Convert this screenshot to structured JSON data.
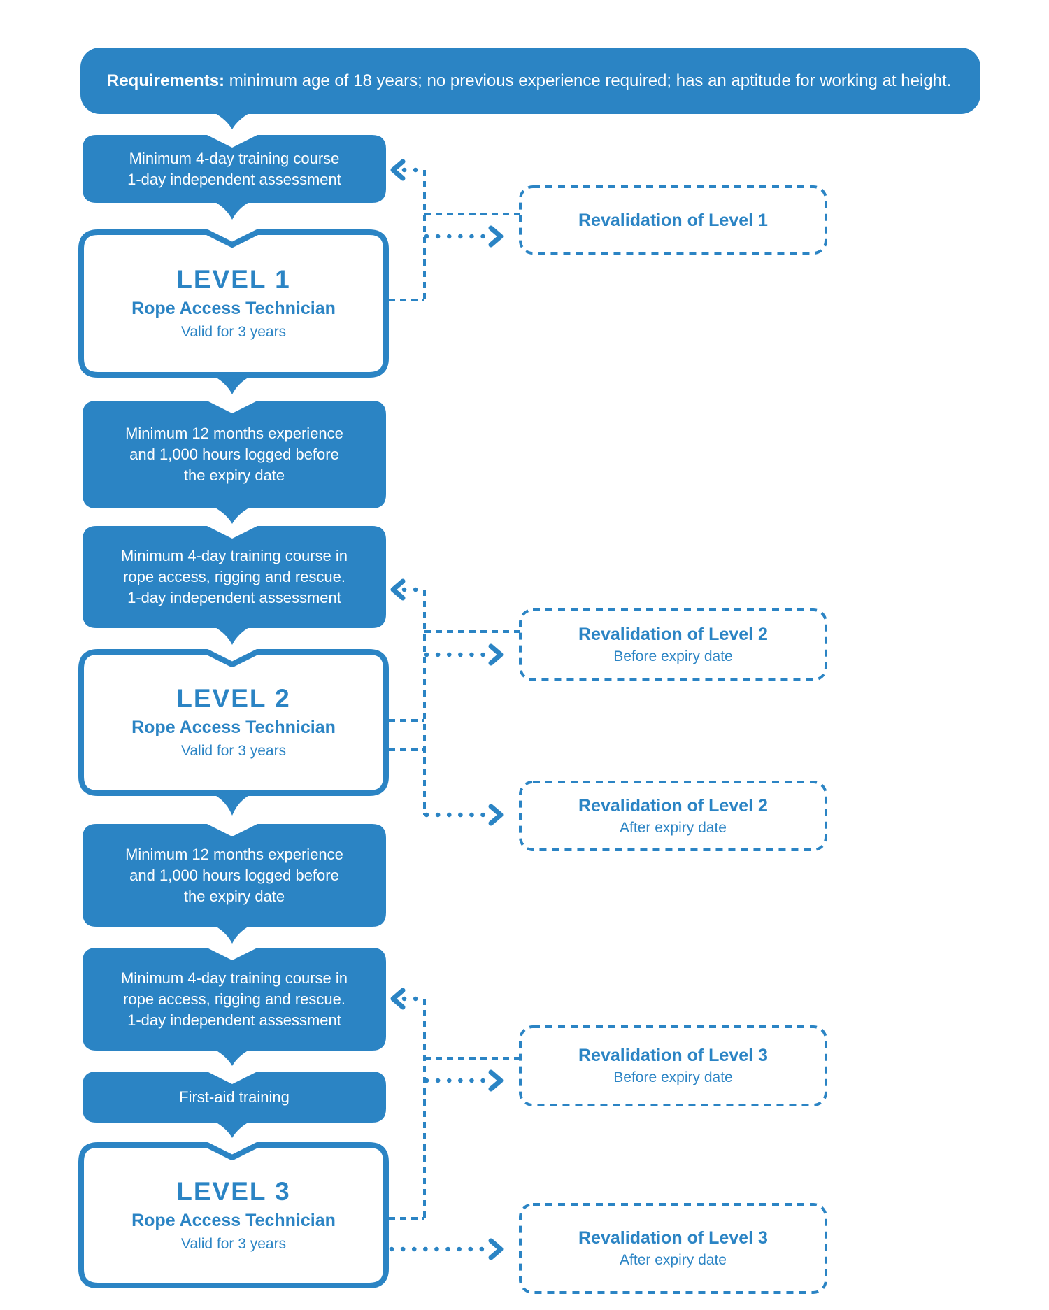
{
  "colors": {
    "primary": "#2b84c4",
    "white": "#ffffff"
  },
  "banner": {
    "bold": "Requirements:",
    "rest": " minimum age of 18 years; no previous experience required; has an aptitude for working at height."
  },
  "level1": {
    "training": {
      "line1": "Minimum 4-day training course",
      "line2": "1-day independent assessment"
    },
    "card": {
      "title": "LEVEL 1",
      "subtitle": "Rope Access Technician",
      "validity": "Valid for 3 years"
    },
    "revalidation": {
      "title": "Revalidation of Level 1"
    }
  },
  "level2": {
    "experience": {
      "line1": "Minimum 12 months experience",
      "line2": "and 1,000 hours logged before",
      "line3": "the expiry date"
    },
    "training": {
      "line1": "Minimum 4-day training course in",
      "line2": "rope access, rigging and rescue.",
      "line3": "1-day independent assessment"
    },
    "card": {
      "title": "LEVEL 2",
      "subtitle": "Rope Access Technician",
      "validity": "Valid for 3 years"
    },
    "revalidation_before": {
      "title": "Revalidation of Level 2",
      "subtitle": "Before expiry date"
    },
    "revalidation_after": {
      "title": "Revalidation of Level 2",
      "subtitle": "After expiry date"
    }
  },
  "level3": {
    "experience": {
      "line1": "Minimum 12 months experience",
      "line2": "and 1,000 hours logged before",
      "line3": "the expiry date"
    },
    "training": {
      "line1": "Minimum 4-day training course in",
      "line2": "rope access, rigging and rescue.",
      "line3": "1-day independent assessment"
    },
    "first_aid": {
      "line1": "First-aid training"
    },
    "card": {
      "title": "LEVEL 3",
      "subtitle": "Rope Access Technician",
      "validity": "Valid for 3 years"
    },
    "revalidation_before": {
      "title": "Revalidation of Level 3",
      "subtitle": "Before expiry date"
    },
    "revalidation_after": {
      "title": "Revalidation of Level 3",
      "subtitle": "After expiry date"
    }
  }
}
